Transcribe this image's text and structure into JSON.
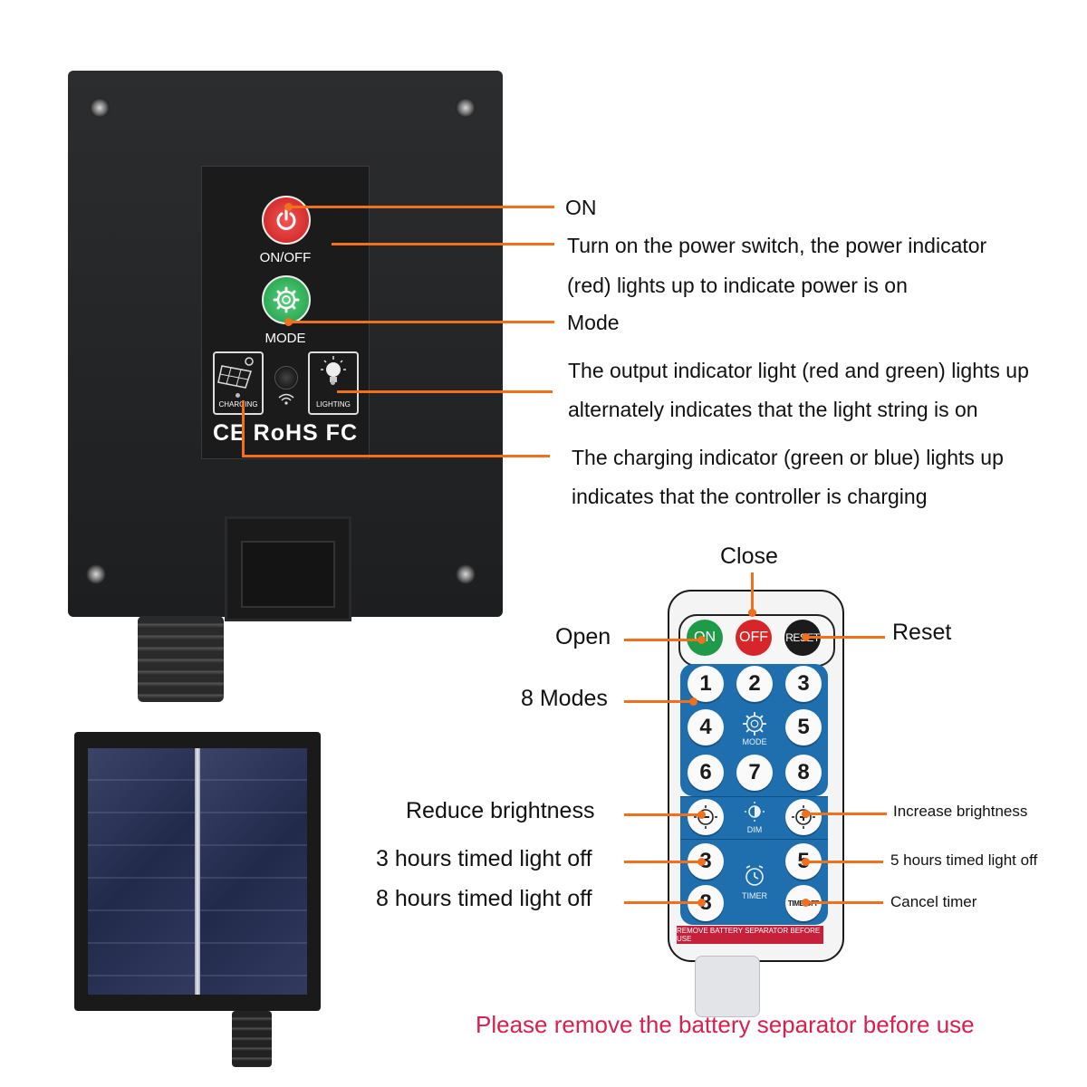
{
  "controller": {
    "on_off_label": "ON/OFF",
    "mode_label": "MODE",
    "charging_label": "CHARGING",
    "lighting_label": "LIGHTING",
    "cert_marks": "CE RoHS FC"
  },
  "callouts": {
    "on": "ON",
    "power_line1": "Turn on the power switch, the power indicator",
    "power_line2": "(red) lights up to indicate power is on",
    "mode": "Mode",
    "output_line1": "The output indicator light (red and green) lights up",
    "output_line2": "alternately indicates that the light string is on",
    "charging_line1": "The charging indicator (green or blue) lights up",
    "charging_line2": "indicates that the controller is charging"
  },
  "remote": {
    "on_key": "ON",
    "off_key": "OFF",
    "reset_key": "RESET",
    "mode_keys": [
      "1",
      "2",
      "3",
      "4",
      "5",
      "6",
      "7",
      "8"
    ],
    "mode_caption": "MODE",
    "dim_caption": "DIM",
    "timer_keys": [
      "3",
      "5",
      "8"
    ],
    "timer_caption": "TIMER",
    "time_off_key": "TIME OFF",
    "separator_text": "REMOVE BATTERY SEPARATOR BEFORE USE"
  },
  "remote_labels": {
    "close": "Close",
    "open": "Open",
    "reset": "Reset",
    "modes": "8 Modes",
    "reduce": "Reduce brightness",
    "increase": "Increase brightness",
    "three_hours": "3 hours timed light off",
    "five_hours": "5 hours timed light off",
    "eight_hours": "8 hours timed light off",
    "cancel": "Cancel timer"
  },
  "warning": "Please remove the battery separator before use",
  "colors": {
    "accent_line": "#f0701c",
    "warning_text": "#d7204e",
    "remote_blue": "#1f6fae",
    "power_red": "#e02a2a",
    "mode_green": "#2fb35b"
  }
}
